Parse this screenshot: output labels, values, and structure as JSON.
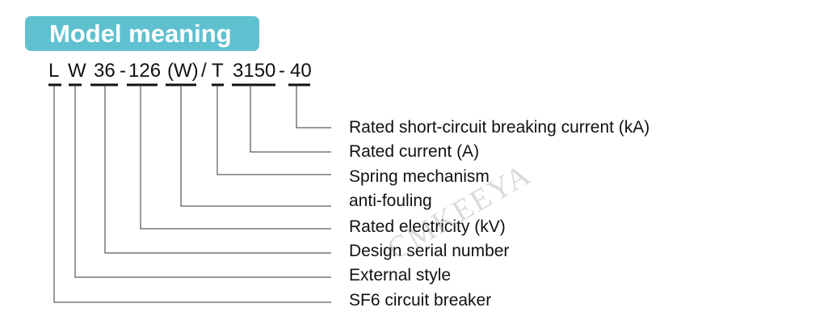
{
  "title": "Model meaning",
  "code_parts": [
    "L",
    "W",
    "36",
    "-",
    "126",
    "(W)",
    "/",
    "T",
    "3150",
    "-",
    "40"
  ],
  "meanings": [
    "Rated short-circuit breaking current (kA)",
    "Rated current (A)",
    "Spring mechanism",
    "anti-fouling",
    "Rated electricity (kV)",
    "Design serial number",
    "External style",
    "SF6 circuit breaker"
  ],
  "watermark": "CMKEEYA",
  "colors": {
    "title_bg": "#5fc1cf"
  }
}
